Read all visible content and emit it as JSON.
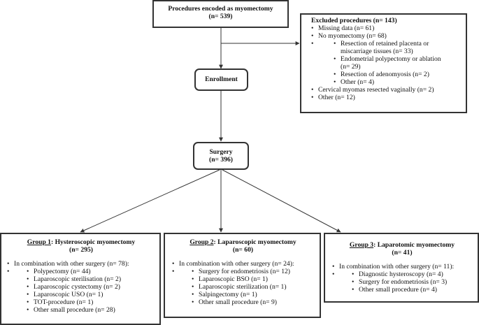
{
  "procedures": {
    "title": "Procedures encoded as myomectomy",
    "count": "(n= 539)"
  },
  "excluded": {
    "title": "Excluded procedures (n= 143)",
    "items": [
      {
        "text": "Missing data (n= 61)"
      },
      {
        "text": "No myomectomy (n= 68)",
        "sub": [
          "Resection of retained placenta or miscarriage tissues (n= 33)",
          "Endometrial polypectomy or ablation (n= 29)",
          "Resection of adenomyosis (n= 2)",
          "Other (n= 4)"
        ]
      },
      {
        "text": "Cervical myomas resected vaginally (n= 2)"
      },
      {
        "text": "Other (n= 12)"
      }
    ]
  },
  "enrollment": {
    "label": "Enrollment"
  },
  "surgery": {
    "title": "Surgery",
    "count": "(n= 396)"
  },
  "groups": [
    {
      "group": "Group 1",
      "type": ": Hysteroscopic myomectomy",
      "count": "(n= 295)",
      "combo": "In combination with other surgery (n= 78):",
      "items": [
        "Polypectomy (n= 44)",
        "Laparoscopic sterilisation (n= 2)",
        "Laparoscopic cystectomy (n= 2)",
        "Laparoscopic USO (n= 1)",
        "TOT-procedure (n= 1)",
        "Other small procedure (n= 28)"
      ]
    },
    {
      "group": "Group 2",
      "type": ": Laparoscopic myomectomy",
      "count": "(n= 60)",
      "combo": "In combination with other surgery (n= 24):",
      "items": [
        "Surgery for endometriosis (n= 12)",
        "Laparoscopic BSO (n= 1)",
        "Laparoscopic sterilization (n= 1)",
        "Salpingectomy (n= 1)",
        "Other small procedure (n= 9)"
      ]
    },
    {
      "group": "Group 3",
      "type": ": Laparotomic myomectomy",
      "count": "(n= 41)",
      "combo": "In combination with other surgery (n= 11):",
      "items": [
        "Diagnostic hysteroscopy (n= 4)",
        "Surgery for endometriosis (n= 3)",
        "Other small procedure (n= 4)"
      ]
    }
  ]
}
